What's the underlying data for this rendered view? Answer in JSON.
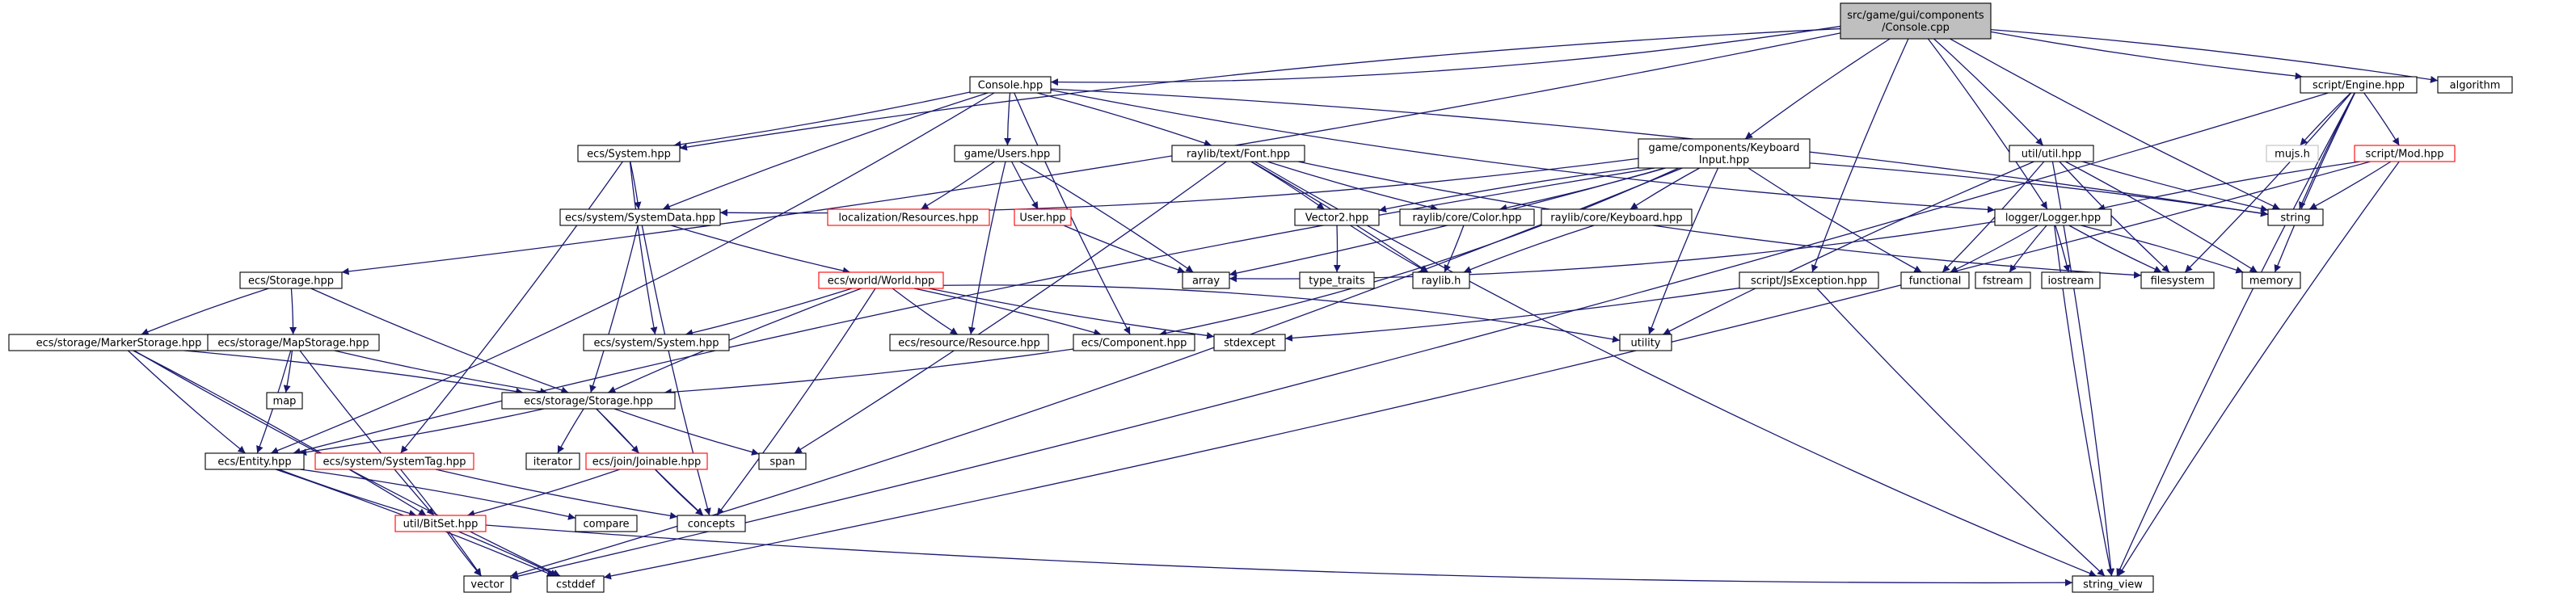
{
  "diagram": {
    "colors": {
      "edge": "#191970",
      "node_border": "#000000",
      "missing_border": "#ff0000",
      "external_border": "#bfbfbf",
      "root_fill": "#bfbfbf"
    },
    "nodes": [
      {
        "id": "root",
        "lines": [
          "src/game/gui/components",
          "/Console.cpp"
        ],
        "style": "root"
      },
      {
        "id": "console_hpp",
        "lines": [
          "Console.hpp"
        ],
        "style": "normal"
      },
      {
        "id": "ecs_system_hpp",
        "lines": [
          "ecs/System.hpp"
        ],
        "style": "normal"
      },
      {
        "id": "ecs_storage_hpp",
        "lines": [
          "ecs/Storage.hpp"
        ],
        "style": "normal"
      },
      {
        "id": "game_users_hpp",
        "lines": [
          "game/Users.hpp"
        ],
        "style": "normal"
      },
      {
        "id": "font_hpp",
        "lines": [
          "raylib/text/Font.hpp"
        ],
        "style": "normal"
      },
      {
        "id": "keyboard_input_hpp",
        "lines": [
          "game/components/Keyboard",
          "Input.hpp"
        ],
        "style": "normal"
      },
      {
        "id": "util_hpp",
        "lines": [
          "util/util.hpp"
        ],
        "style": "normal"
      },
      {
        "id": "engine_hpp",
        "lines": [
          "script/Engine.hpp"
        ],
        "style": "normal"
      },
      {
        "id": "algorithm",
        "lines": [
          "algorithm"
        ],
        "style": "normal"
      },
      {
        "id": "mujs_h",
        "lines": [
          "mujs.h"
        ],
        "style": "external"
      },
      {
        "id": "mod_hpp",
        "lines": [
          "script/Mod.hpp"
        ],
        "style": "missing"
      },
      {
        "id": "system_data_hpp",
        "lines": [
          "ecs/system/SystemData.hpp"
        ],
        "style": "normal"
      },
      {
        "id": "localization_hpp",
        "lines": [
          "localization/Resources.hpp"
        ],
        "style": "missing"
      },
      {
        "id": "user_hpp",
        "lines": [
          "User.hpp"
        ],
        "style": "missing"
      },
      {
        "id": "vector2_hpp",
        "lines": [
          "Vector2.hpp"
        ],
        "style": "normal"
      },
      {
        "id": "color_hpp",
        "lines": [
          "raylib/core/Color.hpp"
        ],
        "style": "normal"
      },
      {
        "id": "keyboard_hpp",
        "lines": [
          "raylib/core/Keyboard.hpp"
        ],
        "style": "normal"
      },
      {
        "id": "string",
        "lines": [
          "string"
        ],
        "style": "normal"
      },
      {
        "id": "logger_hpp",
        "lines": [
          "logger/Logger.hpp"
        ],
        "style": "normal"
      },
      {
        "id": "world_hpp",
        "lines": [
          "ecs/world/World.hpp"
        ],
        "style": "missing"
      },
      {
        "id": "array",
        "lines": [
          "array"
        ],
        "style": "normal"
      },
      {
        "id": "type_traits",
        "lines": [
          "type_traits"
        ],
        "style": "normal"
      },
      {
        "id": "raylib_h",
        "lines": [
          "raylib.h"
        ],
        "style": "normal"
      },
      {
        "id": "functional",
        "lines": [
          "functional"
        ],
        "style": "normal"
      },
      {
        "id": "fstream",
        "lines": [
          "fstream"
        ],
        "style": "normal"
      },
      {
        "id": "iostream",
        "lines": [
          "iostream"
        ],
        "style": "normal"
      },
      {
        "id": "filesystem",
        "lines": [
          "filesystem"
        ],
        "style": "normal"
      },
      {
        "id": "memory",
        "lines": [
          "memory"
        ],
        "style": "normal"
      },
      {
        "id": "js_exception_hpp",
        "lines": [
          "script/JsException.hpp"
        ],
        "style": "normal"
      },
      {
        "id": "marker_storage_hpp",
        "lines": [
          "ecs/storage/MarkerStorage.hpp"
        ],
        "style": "normal"
      },
      {
        "id": "map_storage_hpp",
        "lines": [
          "ecs/storage/MapStorage.hpp"
        ],
        "style": "normal"
      },
      {
        "id": "system_system_hpp",
        "lines": [
          "ecs/system/System.hpp"
        ],
        "style": "normal"
      },
      {
        "id": "resource_hpp",
        "lines": [
          "ecs/resource/Resource.hpp"
        ],
        "style": "normal"
      },
      {
        "id": "component_hpp",
        "lines": [
          "ecs/Component.hpp"
        ],
        "style": "normal"
      },
      {
        "id": "stdexcept",
        "lines": [
          "stdexcept"
        ],
        "style": "normal"
      },
      {
        "id": "utility",
        "lines": [
          "utility"
        ],
        "style": "normal"
      },
      {
        "id": "map",
        "lines": [
          "map"
        ],
        "style": "normal"
      },
      {
        "id": "storage_storage_hpp",
        "lines": [
          "ecs/storage/Storage.hpp"
        ],
        "style": "normal"
      },
      {
        "id": "iterator",
        "lines": [
          "iterator"
        ],
        "style": "normal"
      },
      {
        "id": "joinable_hpp",
        "lines": [
          "ecs/join/Joinable.hpp"
        ],
        "style": "missing"
      },
      {
        "id": "span",
        "lines": [
          "span"
        ],
        "style": "normal"
      },
      {
        "id": "entity_hpp",
        "lines": [
          "ecs/Entity.hpp"
        ],
        "style": "normal"
      },
      {
        "id": "system_tag_hpp",
        "lines": [
          "ecs/system/SystemTag.hpp"
        ],
        "style": "missing"
      },
      {
        "id": "compare",
        "lines": [
          "compare"
        ],
        "style": "normal"
      },
      {
        "id": "concepts",
        "lines": [
          "concepts"
        ],
        "style": "normal"
      },
      {
        "id": "bitset_hpp",
        "lines": [
          "util/BitSet.hpp"
        ],
        "style": "missing"
      },
      {
        "id": "vector",
        "lines": [
          "vector"
        ],
        "style": "normal"
      },
      {
        "id": "cstddef",
        "lines": [
          "cstddef"
        ],
        "style": "normal"
      },
      {
        "id": "string_view",
        "lines": [
          "string_view"
        ],
        "style": "normal"
      }
    ],
    "edges": [
      [
        "root",
        "console_hpp"
      ],
      [
        "root",
        "ecs_system_hpp"
      ],
      [
        "root",
        "ecs_storage_hpp"
      ],
      [
        "root",
        "keyboard_input_hpp"
      ],
      [
        "root",
        "util_hpp"
      ],
      [
        "root",
        "engine_hpp"
      ],
      [
        "root",
        "algorithm"
      ],
      [
        "root",
        "string"
      ],
      [
        "root",
        "logger_hpp"
      ],
      [
        "root",
        "js_exception_hpp"
      ],
      [
        "console_hpp",
        "ecs_system_hpp"
      ],
      [
        "console_hpp",
        "game_users_hpp"
      ],
      [
        "console_hpp",
        "font_hpp"
      ],
      [
        "console_hpp",
        "system_data_hpp"
      ],
      [
        "console_hpp",
        "string"
      ],
      [
        "console_hpp",
        "logger_hpp"
      ],
      [
        "console_hpp",
        "entity_hpp"
      ],
      [
        "console_hpp",
        "component_hpp"
      ],
      [
        "ecs_system_hpp",
        "system_data_hpp"
      ],
      [
        "ecs_system_hpp",
        "system_system_hpp"
      ],
      [
        "ecs_system_hpp",
        "system_tag_hpp"
      ],
      [
        "ecs_storage_hpp",
        "marker_storage_hpp"
      ],
      [
        "ecs_storage_hpp",
        "map_storage_hpp"
      ],
      [
        "ecs_storage_hpp",
        "storage_storage_hpp"
      ],
      [
        "game_users_hpp",
        "localization_hpp"
      ],
      [
        "game_users_hpp",
        "user_hpp"
      ],
      [
        "game_users_hpp",
        "array"
      ],
      [
        "game_users_hpp",
        "resource_hpp"
      ],
      [
        "font_hpp",
        "vector2_hpp"
      ],
      [
        "font_hpp",
        "color_hpp"
      ],
      [
        "font_hpp",
        "raylib_h"
      ],
      [
        "font_hpp",
        "string_view"
      ],
      [
        "font_hpp",
        "span"
      ],
      [
        "font_hpp",
        "filesystem"
      ],
      [
        "keyboard_input_hpp",
        "system_data_hpp"
      ],
      [
        "keyboard_input_hpp",
        "vector2_hpp"
      ],
      [
        "keyboard_input_hpp",
        "color_hpp"
      ],
      [
        "keyboard_input_hpp",
        "keyboard_hpp"
      ],
      [
        "keyboard_input_hpp",
        "array"
      ],
      [
        "keyboard_input_hpp",
        "functional"
      ],
      [
        "keyboard_input_hpp",
        "string"
      ],
      [
        "keyboard_input_hpp",
        "utility"
      ],
      [
        "keyboard_input_hpp",
        "component_hpp"
      ],
      [
        "keyboard_input_hpp",
        "entity_hpp"
      ],
      [
        "keyboard_input_hpp",
        "vector"
      ],
      [
        "util_hpp",
        "string"
      ],
      [
        "util_hpp",
        "functional"
      ],
      [
        "util_hpp",
        "filesystem"
      ],
      [
        "util_hpp",
        "string_view"
      ],
      [
        "util_hpp",
        "utility"
      ],
      [
        "util_hpp",
        "memory"
      ],
      [
        "engine_hpp",
        "mujs_h"
      ],
      [
        "engine_hpp",
        "mod_hpp"
      ],
      [
        "engine_hpp",
        "string"
      ],
      [
        "engine_hpp",
        "filesystem"
      ],
      [
        "engine_hpp",
        "memory"
      ],
      [
        "engine_hpp",
        "vector"
      ],
      [
        "engine_hpp",
        "string_view"
      ],
      [
        "mod_hpp",
        "string"
      ],
      [
        "mod_hpp",
        "logger_hpp"
      ],
      [
        "mod_hpp",
        "cstddef"
      ],
      [
        "mod_hpp",
        "string_view"
      ],
      [
        "logger_hpp",
        "functional"
      ],
      [
        "logger_hpp",
        "fstream"
      ],
      [
        "logger_hpp",
        "iostream"
      ],
      [
        "logger_hpp",
        "filesystem"
      ],
      [
        "logger_hpp",
        "memory"
      ],
      [
        "logger_hpp",
        "string_view"
      ],
      [
        "logger_hpp",
        "array"
      ],
      [
        "system_data_hpp",
        "world_hpp"
      ],
      [
        "system_data_hpp",
        "storage_storage_hpp"
      ],
      [
        "system_data_hpp",
        "concepts"
      ],
      [
        "world_hpp",
        "system_system_hpp"
      ],
      [
        "world_hpp",
        "resource_hpp"
      ],
      [
        "world_hpp",
        "component_hpp"
      ],
      [
        "world_hpp",
        "stdexcept"
      ],
      [
        "world_hpp",
        "utility"
      ],
      [
        "world_hpp",
        "storage_storage_hpp"
      ],
      [
        "world_hpp",
        "concepts"
      ],
      [
        "user_hpp",
        "array"
      ],
      [
        "vector2_hpp",
        "type_traits"
      ],
      [
        "vector2_hpp",
        "raylib_h"
      ],
      [
        "color_hpp",
        "raylib_h"
      ],
      [
        "keyboard_hpp",
        "raylib_h"
      ],
      [
        "js_exception_hpp",
        "stdexcept"
      ],
      [
        "js_exception_hpp",
        "string_view"
      ],
      [
        "marker_storage_hpp",
        "storage_storage_hpp"
      ],
      [
        "marker_storage_hpp",
        "entity_hpp"
      ],
      [
        "marker_storage_hpp",
        "bitset_hpp"
      ],
      [
        "marker_storage_hpp",
        "cstddef"
      ],
      [
        "map_storage_hpp",
        "map"
      ],
      [
        "map_storage_hpp",
        "storage_storage_hpp"
      ],
      [
        "map_storage_hpp",
        "entity_hpp"
      ],
      [
        "map_storage_hpp",
        "bitset_hpp"
      ],
      [
        "component_hpp",
        "storage_storage_hpp"
      ],
      [
        "storage_storage_hpp",
        "iterator"
      ],
      [
        "storage_storage_hpp",
        "joinable_hpp"
      ],
      [
        "storage_storage_hpp",
        "span"
      ],
      [
        "storage_storage_hpp",
        "entity_hpp"
      ],
      [
        "storage_storage_hpp",
        "concepts"
      ],
      [
        "joinable_hpp",
        "bitset_hpp"
      ],
      [
        "joinable_hpp",
        "concepts"
      ],
      [
        "entity_hpp",
        "compare"
      ],
      [
        "entity_hpp",
        "bitset_hpp"
      ],
      [
        "entity_hpp",
        "cstddef"
      ],
      [
        "system_tag_hpp",
        "concepts"
      ],
      [
        "system_tag_hpp",
        "vector"
      ],
      [
        "bitset_hpp",
        "vector"
      ],
      [
        "bitset_hpp",
        "cstddef"
      ],
      [
        "bitset_hpp",
        "string_view"
      ]
    ]
  }
}
